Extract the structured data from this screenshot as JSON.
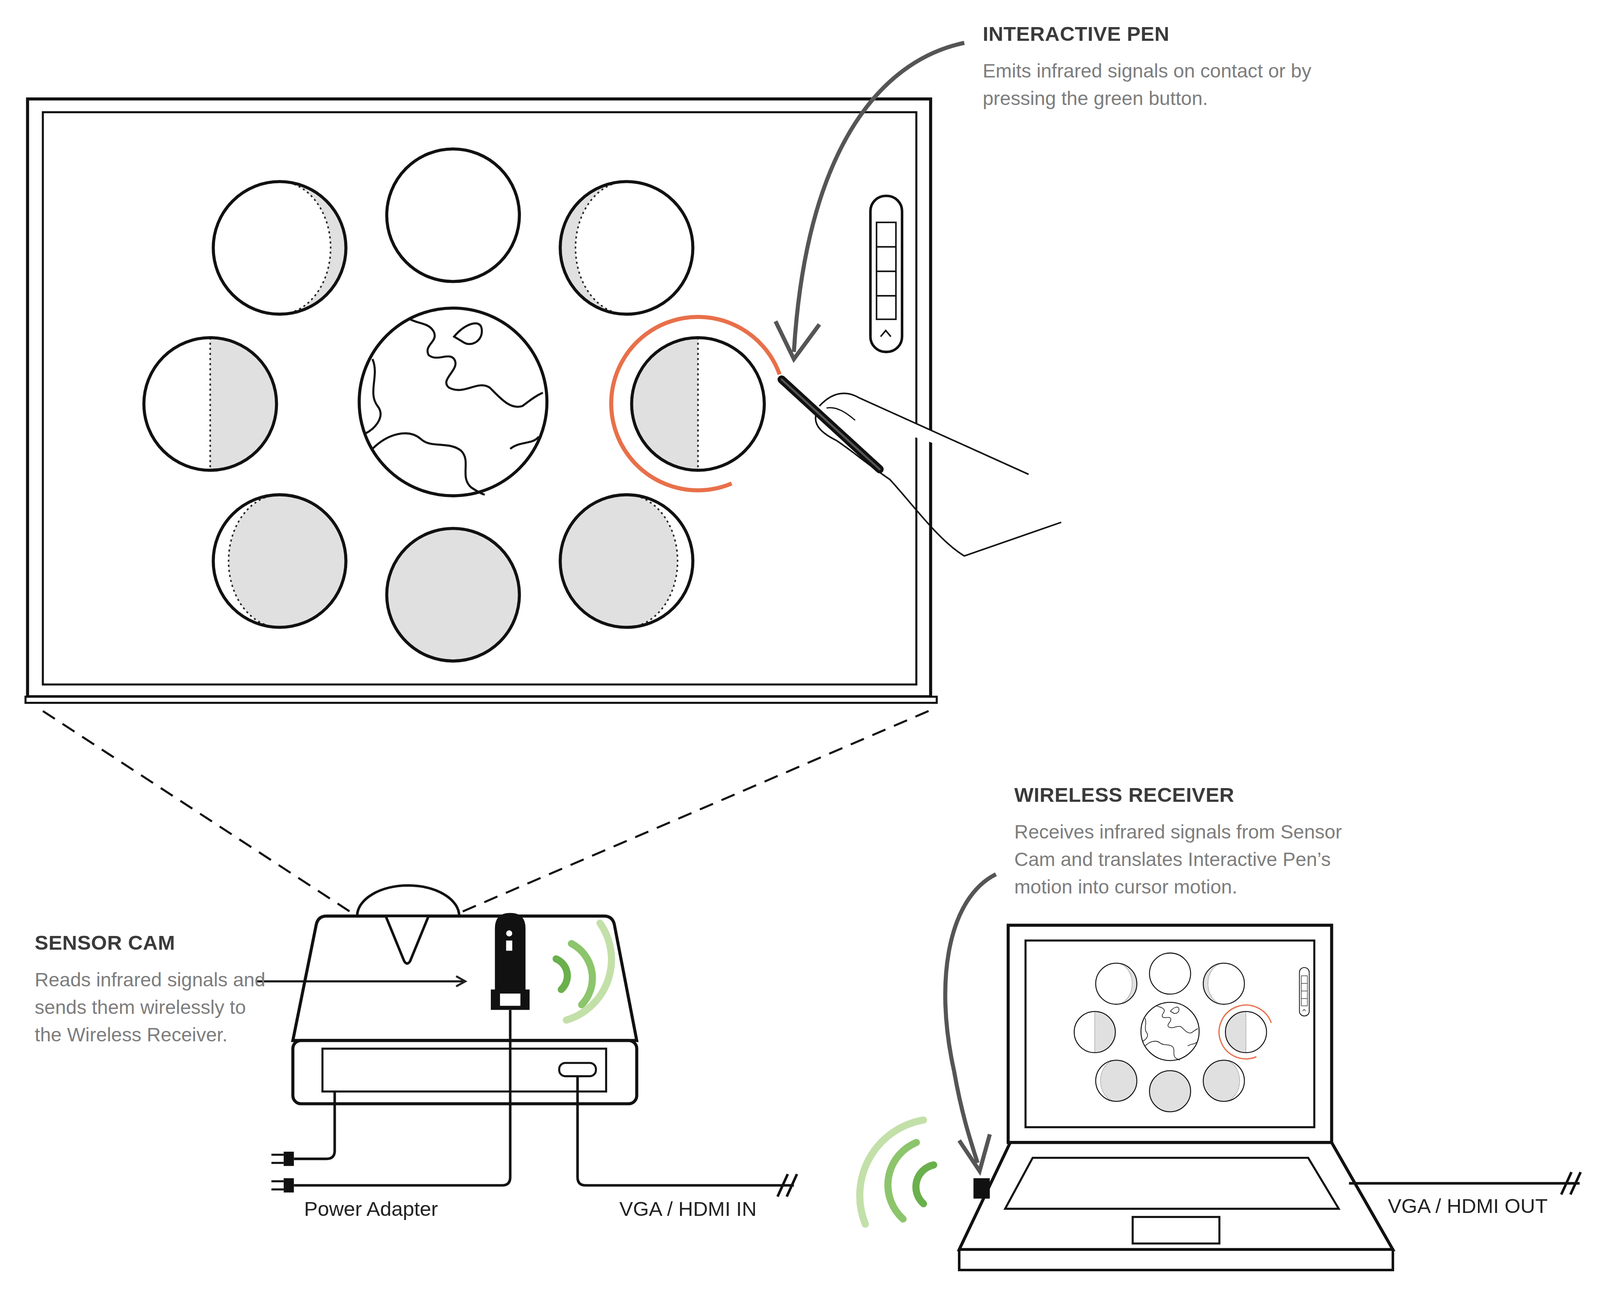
{
  "diagram": {
    "labels": [
      "INTERACTIVE PEN",
      "Emits infrared signals on contact or by pressing the green button.",
      "SENSOR CAM",
      "Reads infrared signals and sends them wirelessly to the Wireless Receiver.",
      "WIRELESS RECEIVER",
      "Receives infrared signals from Sensor Cam and translates Interactive Pen’s motion into cursor motion.",
      "Power Adapter",
      "VGA / HDMI IN",
      "VGA / HDMI OUT"
    ]
  }
}
